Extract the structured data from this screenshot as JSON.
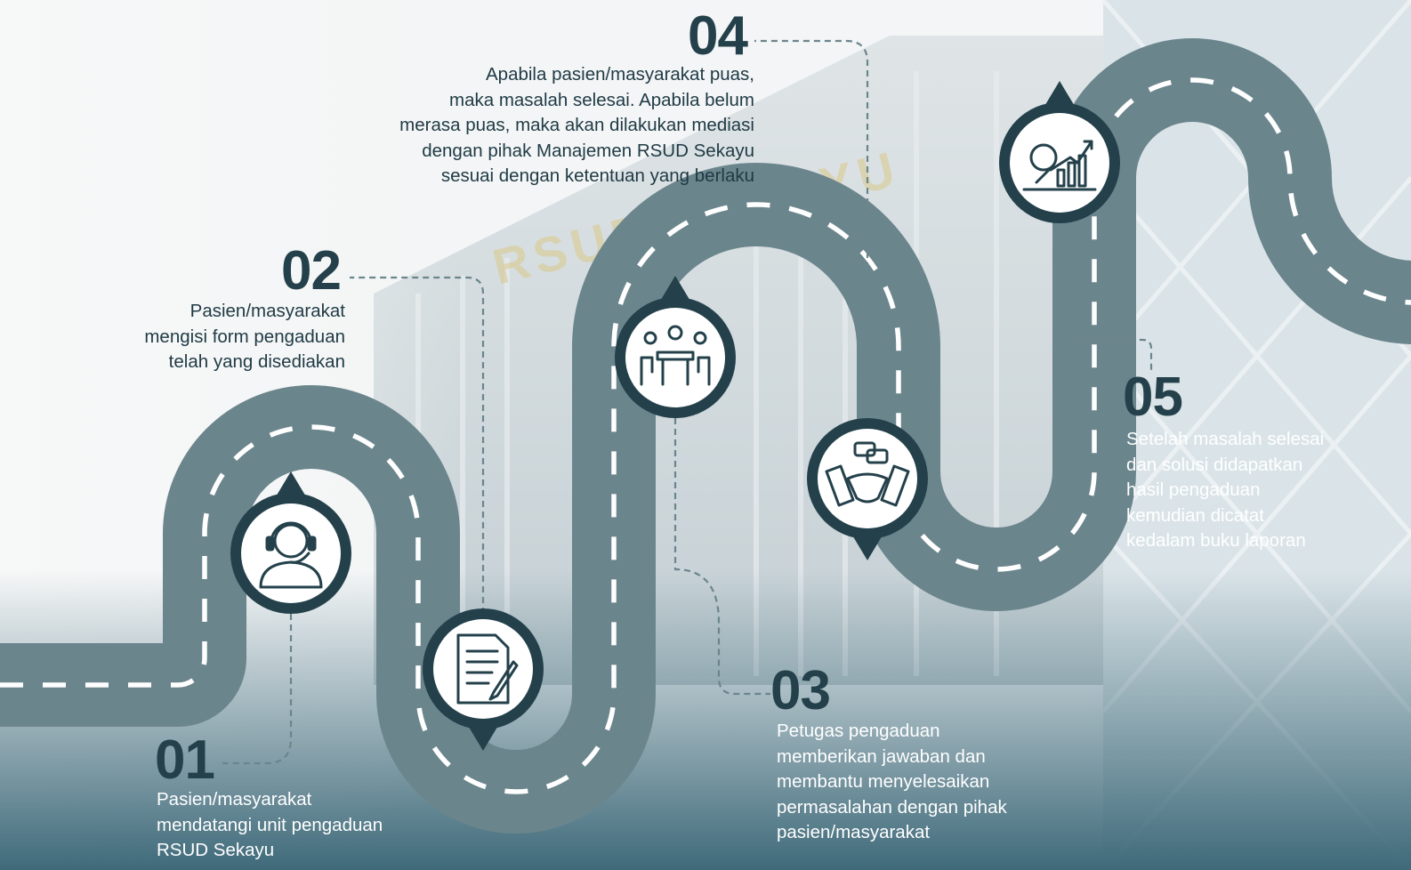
{
  "colors": {
    "road": "#6b858d",
    "road_dash": "#ffffff",
    "icon_ring": "#24414b",
    "heading": "#24414b",
    "body_text_dark": "#1f3a44",
    "body_text_light": "#ffffff",
    "bottom_band": "#3f6a7a"
  },
  "background": {
    "watermark_text": "RSUD SEKAYU"
  },
  "steps": [
    {
      "number": "01",
      "icon": "customer-service-headset-icon",
      "lines": [
        "Pasien/masyarakat",
        "mendatangi unit pengaduan",
        "RSUD Sekayu"
      ]
    },
    {
      "number": "02",
      "icon": "document-pen-icon",
      "lines": [
        "Pasien/masyarakat",
        "mengisi form pengaduan",
        "telah yang disediakan"
      ]
    },
    {
      "number": "03",
      "icon": "meeting-table-icon",
      "lines": [
        "Petugas pengaduan",
        "memberikan jawaban dan",
        "membantu menyelesaikan",
        "permasalahan dengan pihak",
        "pasien/masyarakat"
      ]
    },
    {
      "number": "04",
      "icon": "handshake-chat-icon",
      "lines": [
        "Apabila pasien/masyarakat puas,",
        "maka masalah selesai. Apabila belum",
        "merasa puas, maka akan dilakukan mediasi",
        "dengan pihak Manajemen RSUD Sekayu",
        "sesuai dengan ketentuan yang berlaku"
      ]
    },
    {
      "number": "05",
      "icon": "report-chart-icon",
      "lines": [
        "Setelah masalah selesai",
        "dan solusi didapatkan",
        "hasil pengaduan",
        "kemudian dicatat",
        "kedalam buku laporan"
      ]
    }
  ]
}
